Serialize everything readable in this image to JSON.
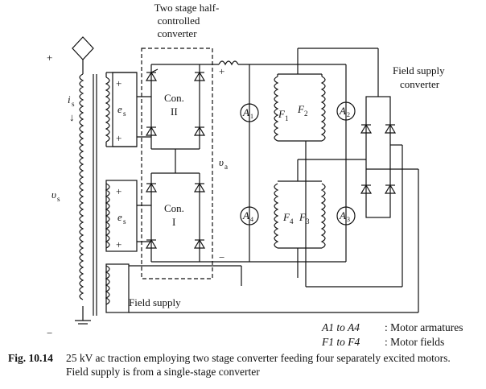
{
  "title_top": [
    "Two stage half-",
    "controlled",
    "converter"
  ],
  "field_converter_title": [
    "Field supply",
    "converter"
  ],
  "labels": {
    "plus_top": "+",
    "minus_bottom": "−",
    "is": "i",
    "is_sub": "s",
    "vs": "υ",
    "vs_sub": "s",
    "es": "e",
    "es_sub": "s",
    "va": "υ",
    "va_sub": "a",
    "con2": "Con.",
    "con2_num": "II",
    "con1": "Con.",
    "con1_num": "I",
    "field_supply": "Field supply",
    "plus": "+",
    "minus": "−",
    "A1": "A",
    "A1_sub": "1",
    "A2": "A",
    "A2_sub": "2",
    "A3": "A",
    "A3_sub": "3",
    "A4": "A",
    "A4_sub": "4",
    "F1": "F",
    "F1_sub": "1",
    "F2": "F",
    "F2_sub": "2",
    "F3": "F",
    "F3_sub": "3",
    "F4": "F",
    "F4_sub": "4"
  },
  "legend": [
    {
      "key": "A1 to A4",
      "value": ": Motor armatures"
    },
    {
      "key": "F1 to F4",
      "value": ": Motor fields"
    }
  ],
  "caption": {
    "number": "Fig. 10.14",
    "line1": "25 kV ac traction employing two stage converter feeding four separately excited motors.",
    "line2": "Field supply is from a single-stage converter"
  }
}
